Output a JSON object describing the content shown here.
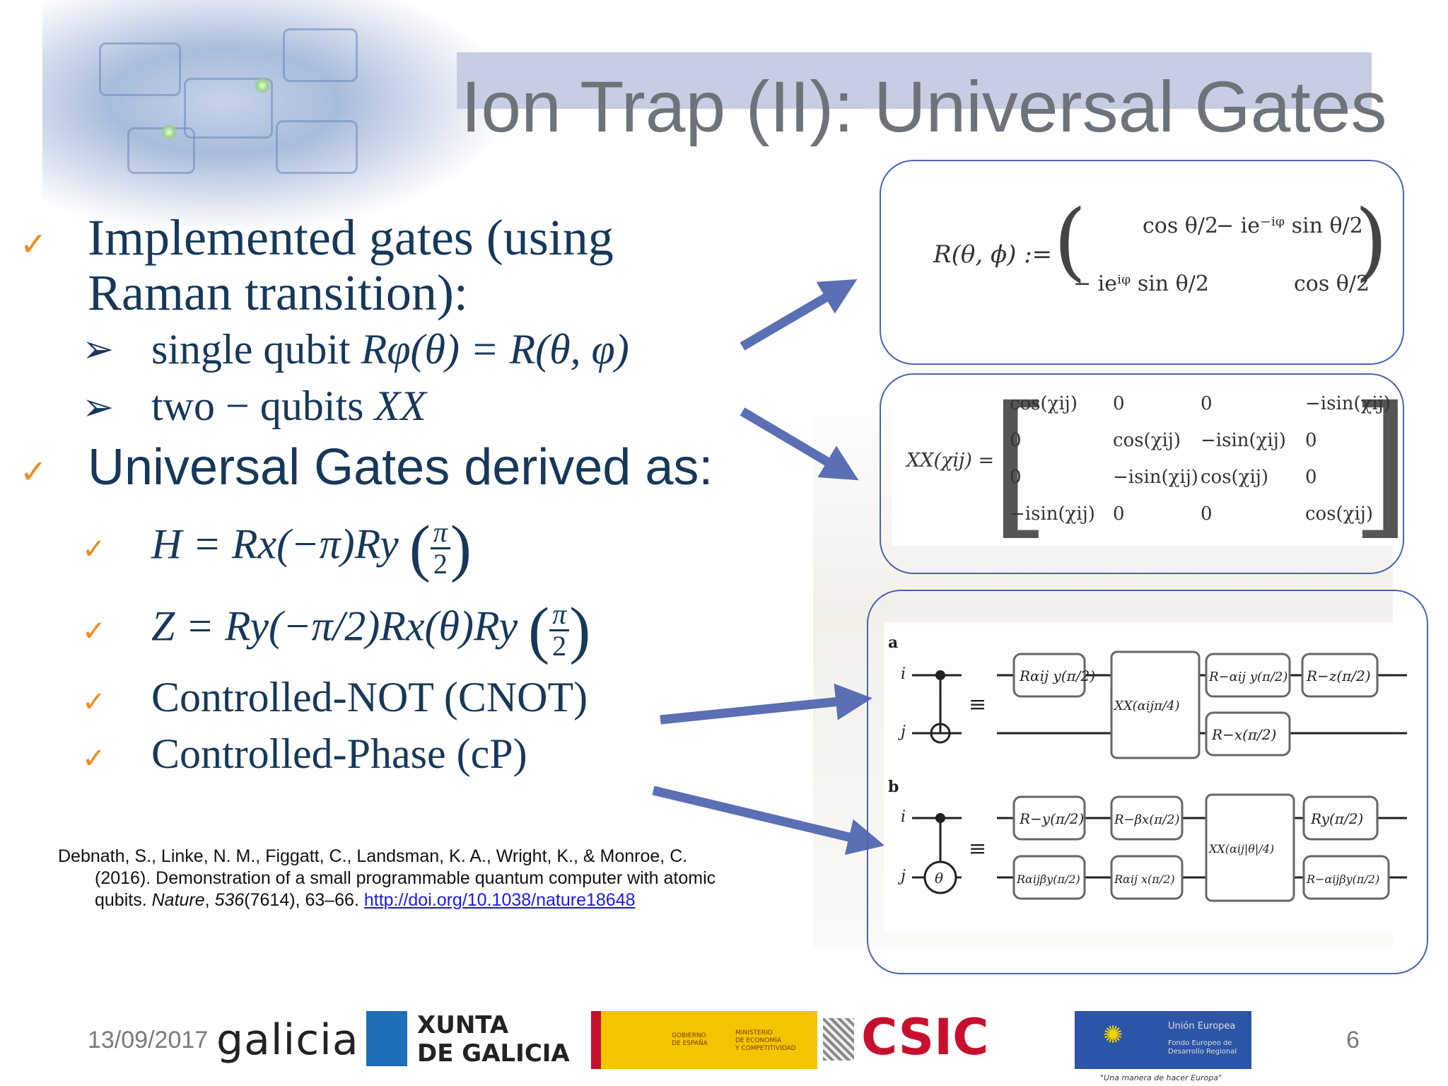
{
  "slide": {
    "title": "Ion Trap (II): Universal Gates",
    "bullets": {
      "implemented_line1": "Implemented gates (using",
      "implemented_line2": "Raman transition):",
      "single_qubit_label": "single qubit",
      "single_qubit_formula": "Rφ(θ) = R(θ, φ)",
      "two_qubits_label": "two − qubits",
      "two_qubits_formula": "XX",
      "universal": "Universal Gates derived as:",
      "h_formula": "H =  Rx(−π)Ry",
      "z_formula": "Z =  Ry(−π/2)Rx(θ)Ry",
      "frac_num": "π",
      "frac_den": "2",
      "cnot": "Controlled-NOT (CNOT)",
      "cphase": "Controlled-Phase (cP)"
    },
    "reference": {
      "authors": "Debnath, S., Linke, N. M., Figgatt, C., Landsman, K. A., Wright, K., & Monroe, C.",
      "line2": "(2016). Demonstration of a small programmable quantum computer with atomic",
      "line3_prefix": "qubits. ",
      "journal": "Nature",
      "volume": "536",
      "issue_pages": "(7614), 63–66. ",
      "link": "http://doi.org/10.1038/nature18648"
    },
    "footer": {
      "date": "13/09/2017",
      "page": "6",
      "logo_galicia": "galicia",
      "logo_xunta_1": "XUNTA",
      "logo_xunta_2": "DE GALICIA",
      "logo_csic": "CSIC",
      "logo_gob_1": "GOBIERNO",
      "logo_gob_2": "DE ESPAÑA",
      "logo_min_1": "MINISTERIO",
      "logo_min_2": "DE ECONOMÍA",
      "logo_min_3": "Y COMPETITIVIDAD",
      "logo_eu_1": "Unión Europea",
      "logo_eu_2": "Fondo Europeo de",
      "logo_eu_3": "Desarrollo Regional",
      "logo_eu_motto": "\"Una manera de hacer Europa\""
    },
    "matrices": {
      "r_lhs": "R(θ, ϕ) :=",
      "r_m11": "cos θ/2",
      "r_m12": "− ie⁻ⁱᵠ sin θ/2",
      "r_m21": "− ieⁱᵠ sin θ/2",
      "r_m22": "cos θ/2",
      "xx_lhs": "XX(χij) =",
      "xx_rows": [
        [
          "cos(χij)",
          "0",
          "0",
          "−isin(χij)"
        ],
        [
          "0",
          "cos(χij)",
          "−isin(χij)",
          "0"
        ],
        [
          "0",
          "−isin(χij)",
          "cos(χij)",
          "0"
        ],
        [
          "−isin(χij)",
          "0",
          "0",
          "cos(χij)"
        ]
      ]
    },
    "circuits": {
      "label_a": "a",
      "label_b": "b",
      "wire_i": "i",
      "wire_j": "j",
      "equiv": "≡",
      "theta": "θ",
      "a_gates": [
        "Rαij y(π/2)",
        "XX(αijπ/4)",
        "R−αij y(π/2)",
        "R−z(π/2)",
        "R−x(π/2)"
      ],
      "b_gates": [
        "R−y(π/2)",
        "R−βx(π/2)",
        "XX(αij|θ|/4)",
        "Ry(π/2)",
        "Rαijβy(π/2)",
        "Rαij x(π/2)",
        "R−αijβy(π/2)"
      ]
    },
    "colors": {
      "title_bar": "#c7cde2",
      "text": "#16385a",
      "check": "#f28a1e",
      "arrow": "#5b6fb5",
      "box_border": "#4c62b0"
    }
  }
}
